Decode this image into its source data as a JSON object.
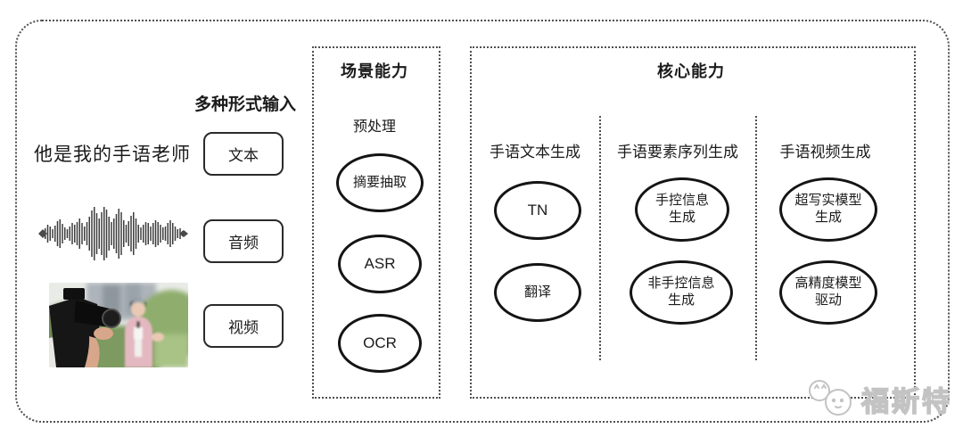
{
  "input_section": {
    "heading": "多种形式输入",
    "sentence": "他是我的手语老师",
    "items": [
      {
        "label": "文本",
        "icon": "text-sample"
      },
      {
        "label": "音频",
        "icon": "audio-waveform-icon"
      },
      {
        "label": "视频",
        "icon": "reporter-photo"
      }
    ]
  },
  "scene_section": {
    "title": "场景能力",
    "subtitle": "预处理",
    "nodes": [
      "摘要抽取",
      "ASR",
      "OCR"
    ]
  },
  "core_section": {
    "title": "核心能力",
    "columns": [
      {
        "label": "手语文本生成",
        "nodes": [
          "TN",
          "翻译"
        ]
      },
      {
        "label": "手语要素序列生成",
        "nodes": [
          "手控信息\n生成",
          "非手控信息\n生成"
        ]
      },
      {
        "label": "手语视频生成",
        "nodes": [
          "超写实模型\n生成",
          "高精度模型\n驱动"
        ]
      }
    ]
  },
  "watermark": {
    "text": "福斯特"
  },
  "colors": {
    "border": "#4f4f4f",
    "node_stroke": "#141414",
    "watermark_gray": "#c3c3c3"
  }
}
